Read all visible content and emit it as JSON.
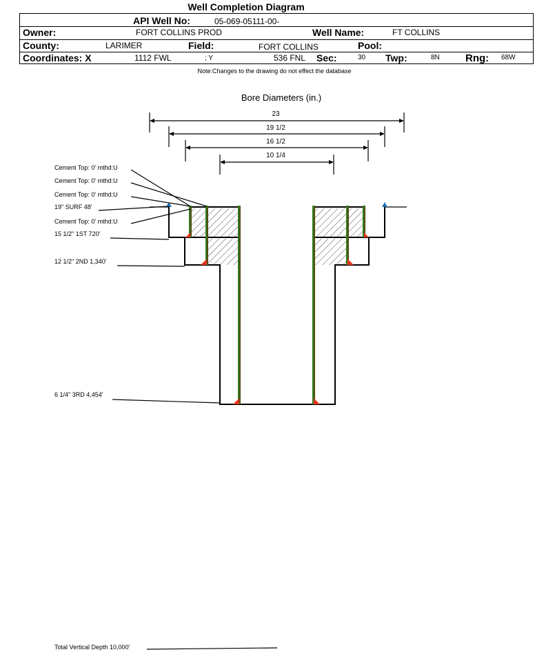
{
  "title": "Well Completion Diagram",
  "header": {
    "api_label": "API Well No:",
    "api_value": "05-069-05111-00-",
    "owner_label": "Owner:",
    "owner_value": "FORT COLLINS PROD",
    "wellname_label": "Well Name:",
    "wellname_value": "FT COLLINS",
    "county_label": "County:",
    "county_value": "LARIMER",
    "field_label": "Field:",
    "field_value": "FORT COLLINS",
    "pool_label": "Pool:",
    "pool_value": "",
    "coords_label": "Coordinates: X",
    "x_value": "1112 FWL",
    "y_label": "; Y",
    "y_value": "536 FNL",
    "sec_label": "Sec:",
    "sec_value": "30",
    "twp_label": "Twp:",
    "twp_value": "8N",
    "rng_label": "Rng:",
    "rng_value": "68W"
  },
  "note": "Note:Changes to the drawing do not effect the database",
  "diagram": {
    "bore_title": "Bore Diameters (in.)",
    "diameters": [
      "23",
      "19 1/2",
      "16 1/2",
      "10 1/4"
    ],
    "labels": {
      "cement_top_1": "Cement Top: 0' mthd:U",
      "cement_top_2": "Cement Top: 0' mthd:U",
      "cement_top_3": "Cement Top: 0' mthd:U",
      "surf": "19\" SURF 48'",
      "cement_top_4": "Cement Top: 0' mthd:U",
      "first": "15 1/2\" 1ST 720'",
      "second": "12 1/2\" 2ND 1,340'",
      "third": "6 1/4\" 3RD 4,454'"
    },
    "total_depth": "Total Vertical Depth 10,000'"
  },
  "colors": {
    "casing": "#2e7d1e",
    "shoe": "#e8341c",
    "marker": "#1a6fb5",
    "hatch": "#000000"
  }
}
